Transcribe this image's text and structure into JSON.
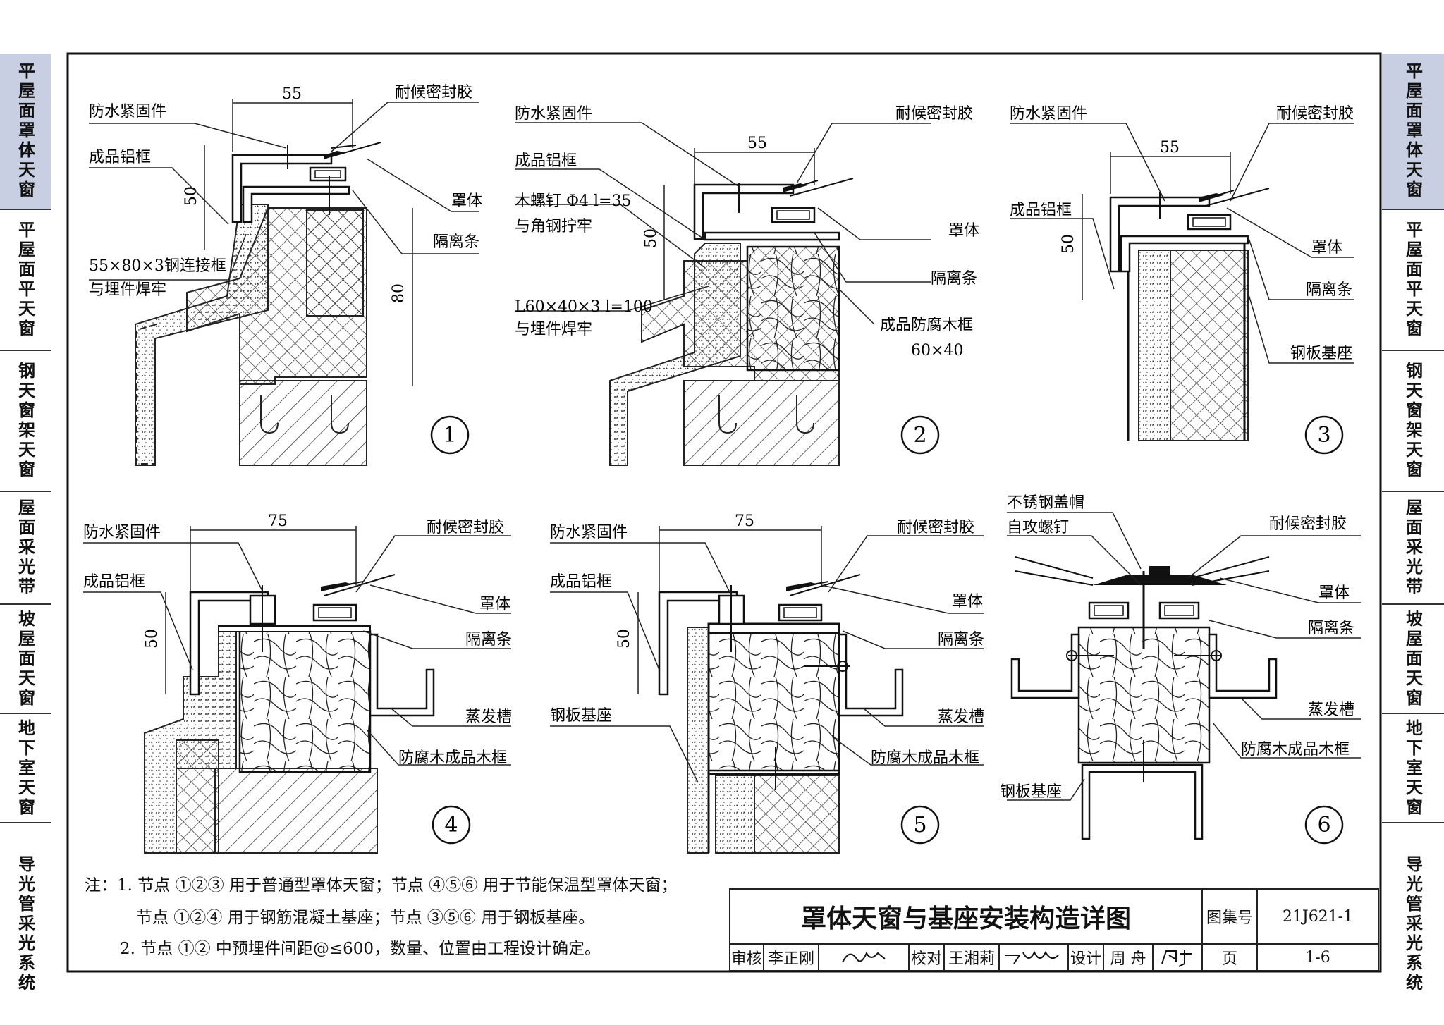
{
  "title": "罩体天窗与基座安装构造详图",
  "atlas": {
    "label": "图集号",
    "value": "21J621-1"
  },
  "page": {
    "label": "页",
    "value": "1-6"
  },
  "signatures": {
    "review_label": "审核",
    "review_name": "李正刚",
    "check_label": "校对",
    "check_name": "王湘莉",
    "design_label": "设计",
    "design_name": "周 舟"
  },
  "side_tabs": [
    {
      "label": "平屋面罩体天窗",
      "active": true
    },
    {
      "label": "平屋面平天窗",
      "active": false
    },
    {
      "label": "钢天窗架天窗",
      "active": false
    },
    {
      "label": "屋面采光带",
      "active": false
    },
    {
      "label": "坡屋面天窗",
      "active": false
    },
    {
      "label": "地下室天窗",
      "active": false
    },
    {
      "label": "导光管采光系统",
      "active": false
    }
  ],
  "notes": {
    "line1": "注：1. 节点 ①②③ 用于普通型罩体天窗；节点 ④⑤⑥ 用于节能保温型罩体天窗；",
    "line2": "节点 ①②④ 用于钢筋混凝土基座；节点 ③⑤⑥ 用于钢板基座。",
    "line3": "2. 节点 ①② 中预埋件间距@≤600，数量、位置由工程设计确定。"
  },
  "details": {
    "d1": {
      "number": "1",
      "labels": [
        "防水紧固件",
        "耐候密封胶",
        "成品铝框",
        "罩体",
        "隔离条",
        "55×80×3钢连接框",
        "与埋件焊牢"
      ],
      "dims": [
        "55",
        "50",
        "80"
      ]
    },
    "d2": {
      "number": "2",
      "labels": [
        "防水紧固件",
        "耐候密封胶",
        "成品铝框",
        "木螺钉 Φ4  l=35",
        "与角钢拧牢",
        "罩体",
        "隔离条",
        "L60×40×3  l=100",
        "与埋件焊牢",
        "成品防腐木框",
        "60×40"
      ],
      "dims": [
        "55",
        "50"
      ]
    },
    "d3": {
      "number": "3",
      "labels": [
        "防水紧固件",
        "耐候密封胶",
        "成品铝框",
        "罩体",
        "隔离条",
        "钢板基座"
      ],
      "dims": [
        "55",
        "50"
      ]
    },
    "d4": {
      "number": "4",
      "labels": [
        "防水紧固件",
        "耐候密封胶",
        "成品铝框",
        "罩体",
        "隔离条",
        "蒸发槽",
        "防腐木成品木框"
      ],
      "dims": [
        "75",
        "50"
      ]
    },
    "d5": {
      "number": "5",
      "labels": [
        "防水紧固件",
        "耐候密封胶",
        "成品铝框",
        "罩体",
        "隔离条",
        "钢板基座",
        "蒸发槽",
        "防腐木成品木框"
      ],
      "dims": [
        "75",
        "50"
      ]
    },
    "d6": {
      "number": "6",
      "labels": [
        "不锈钢盖帽",
        "自攻螺钉",
        "耐候密封胶",
        "罩体",
        "隔离条",
        "蒸发槽",
        "防腐木成品木框",
        "钢板基座"
      ],
      "dims": []
    }
  }
}
